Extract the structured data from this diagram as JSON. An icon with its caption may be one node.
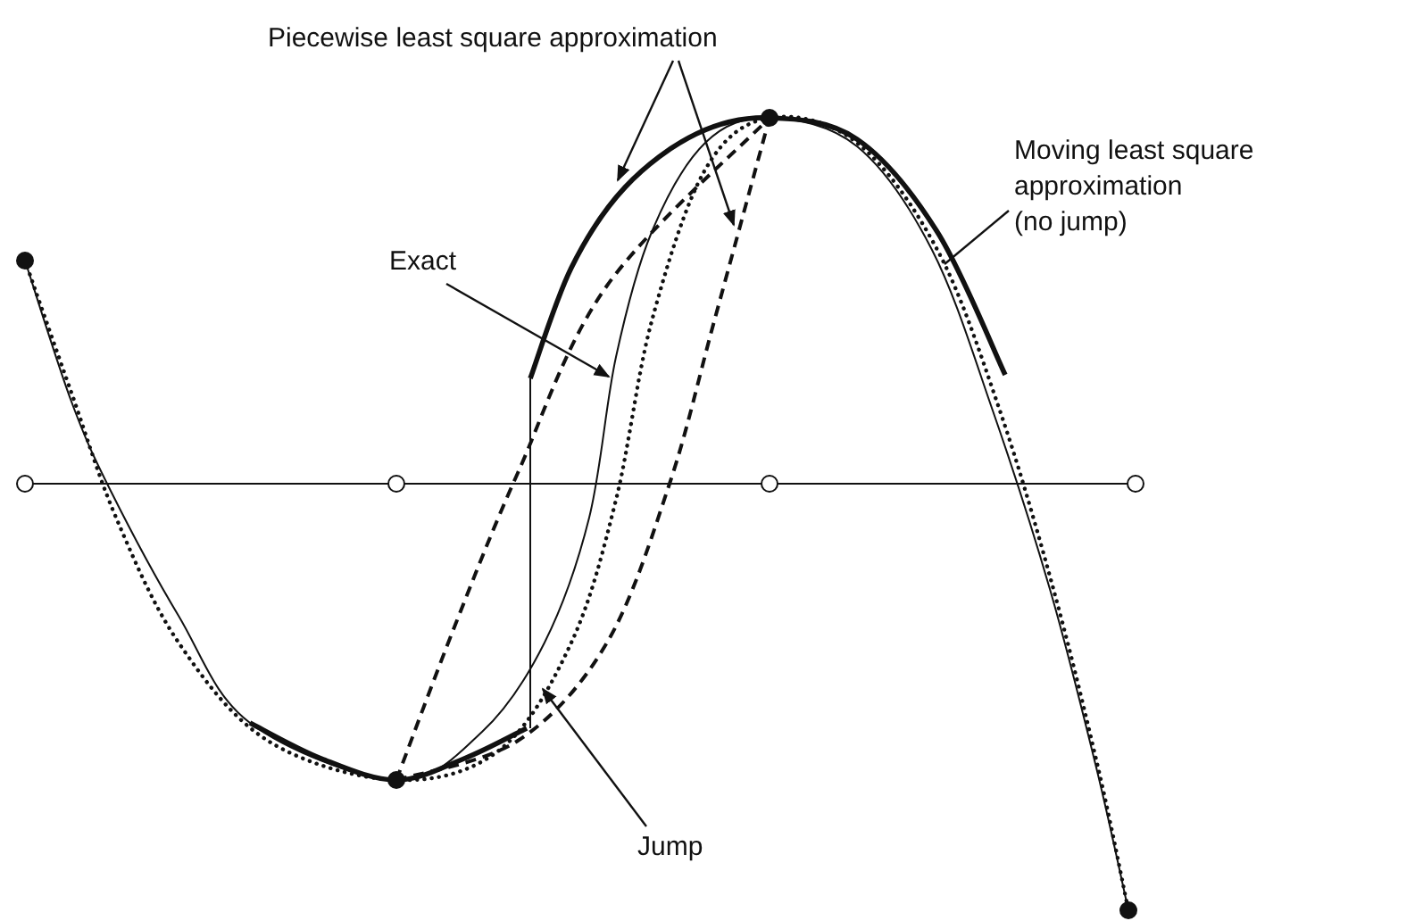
{
  "diagram": {
    "nodes": [
      {
        "text": [
          "Piecewise least square approximation"
        ]
      },
      {
        "text": [
          "Exact"
        ]
      },
      {
        "text": [
          "Moving least square approximation",
          "(no jump)"
        ]
      },
      {
        "text": [
          "Jump"
        ]
      }
    ],
    "edges": [
      {
        "from": 0,
        "to": null,
        "arrow": "to"
      },
      {
        "from": 0,
        "to": null,
        "arrow": "to"
      },
      {
        "from": 1,
        "to": null,
        "arrow": "to"
      },
      {
        "from": 2,
        "to": null,
        "arrow": "none"
      },
      {
        "from": 3,
        "to": null,
        "arrow": "to"
      }
    ]
  }
}
